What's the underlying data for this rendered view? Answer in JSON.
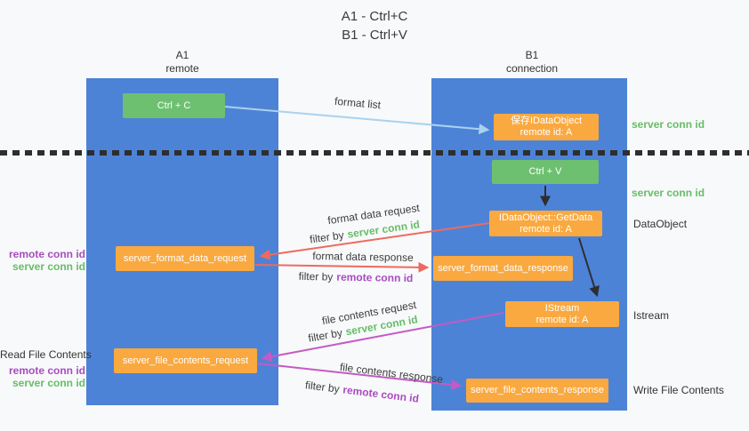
{
  "title": {
    "line1": "A1 - Ctrl+C",
    "line2": "B1 - Ctrl+V"
  },
  "lifelines": {
    "left": {
      "name": "A1",
      "role": "remote"
    },
    "right": {
      "name": "B1",
      "role": "connection"
    }
  },
  "nodes": {
    "ctrl_c": {
      "label": "Ctrl + C"
    },
    "save_dataobject": {
      "line1": "保存IDataObject",
      "line2": "remote id: A"
    },
    "ctrl_v": {
      "label": "Ctrl + V"
    },
    "getdata": {
      "line1": "IDataObject::GetData",
      "line2": "remote id: A"
    },
    "format_request": {
      "label": "server_format_data_request"
    },
    "format_response": {
      "label": "server_format_data_response"
    },
    "istream": {
      "line1": "IStream",
      "line2": "remote id: A"
    },
    "file_request": {
      "label": "server_file_contents_request"
    },
    "file_response": {
      "label": "server_file_contents_response"
    }
  },
  "flows": {
    "format_list": {
      "label": "format list"
    },
    "format_request": {
      "label": "format data request",
      "filter_prefix": "filter by",
      "filter_key": "server conn id"
    },
    "format_response": {
      "label": "format data response",
      "filter_prefix": "filter by",
      "filter_key": "remote conn id"
    },
    "file_request": {
      "label": "file contents request",
      "filter_prefix": "filter by",
      "filter_key": "server conn id"
    },
    "file_response": {
      "label": "file contents response",
      "filter_prefix": "filter by",
      "filter_key": "remote conn id"
    }
  },
  "side_labels": {
    "right_server_conn_top": "server conn id",
    "right_server_conn_mid": "server conn id",
    "right_dataobject": "DataObject",
    "right_istream": "Istream",
    "right_write_file": "Write File Contents",
    "left_remote_conn_top": "remote conn id",
    "left_server_conn_top": "server conn id",
    "left_read_file": "Read File Contents",
    "left_remote_conn_bottom": "remote conn id",
    "left_server_conn_bottom": "server conn id"
  },
  "colors": {
    "lifeline_blue": "#4d83d7",
    "node_green": "#6ec071",
    "node_orange": "#f9a940",
    "arrow_red": "#ee6a5f",
    "arrow_magenta": "#c45ac4",
    "arrow_light_blue": "#a9d2ef",
    "arrow_black": "#2e2e2e",
    "text_green": "#67bd67",
    "text_purple": "#a84cbf",
    "background": "#f8f9fa"
  }
}
